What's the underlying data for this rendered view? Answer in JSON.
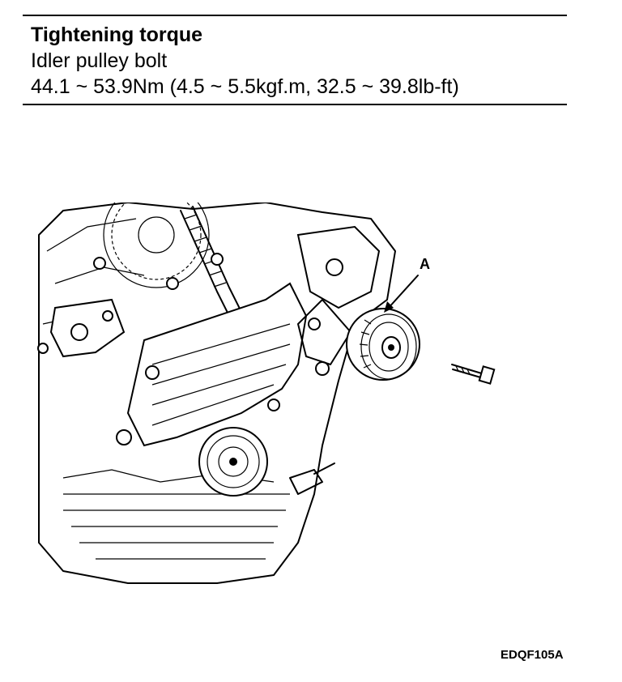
{
  "spec": {
    "heading": "Tightening torque",
    "item": "Idler pulley bolt",
    "value": "44.1 ~ 53.9Nm (4.5 ~ 5.5kgf.m, 32.5 ~ 39.8lb-ft)"
  },
  "diagram": {
    "callout_label": "A",
    "figure_code": "EDQF105A"
  }
}
